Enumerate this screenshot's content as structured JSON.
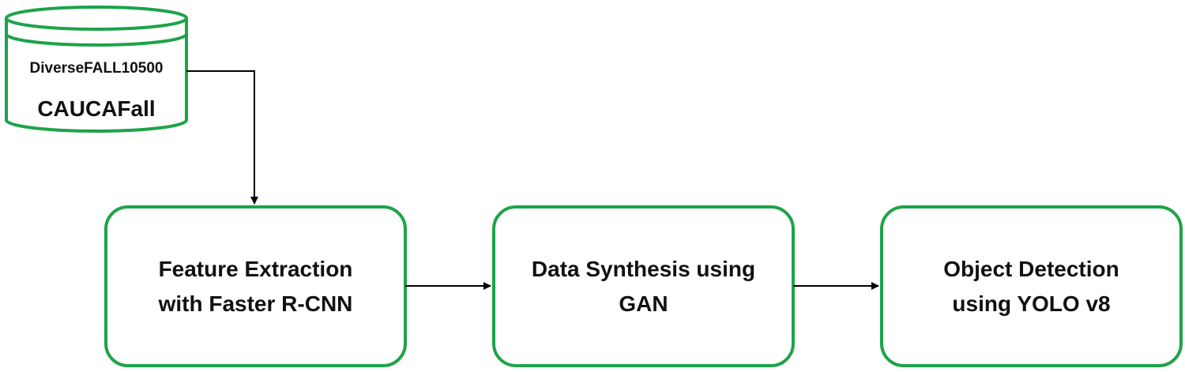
{
  "colors": {
    "border": "#1ea34a",
    "arrow": "#000000",
    "text": "#111111"
  },
  "database": {
    "icon": "database-cylinder-icon",
    "dataset_1": "DiverseFALL10500",
    "dataset_2": "CAUCAFall"
  },
  "steps": [
    {
      "line1": "Feature Extraction",
      "line2": "with Faster R-CNN"
    },
    {
      "line1": "Data Synthesis using",
      "line2": "GAN"
    },
    {
      "line1": "Object Detection",
      "line2": "using YOLO v8"
    }
  ]
}
